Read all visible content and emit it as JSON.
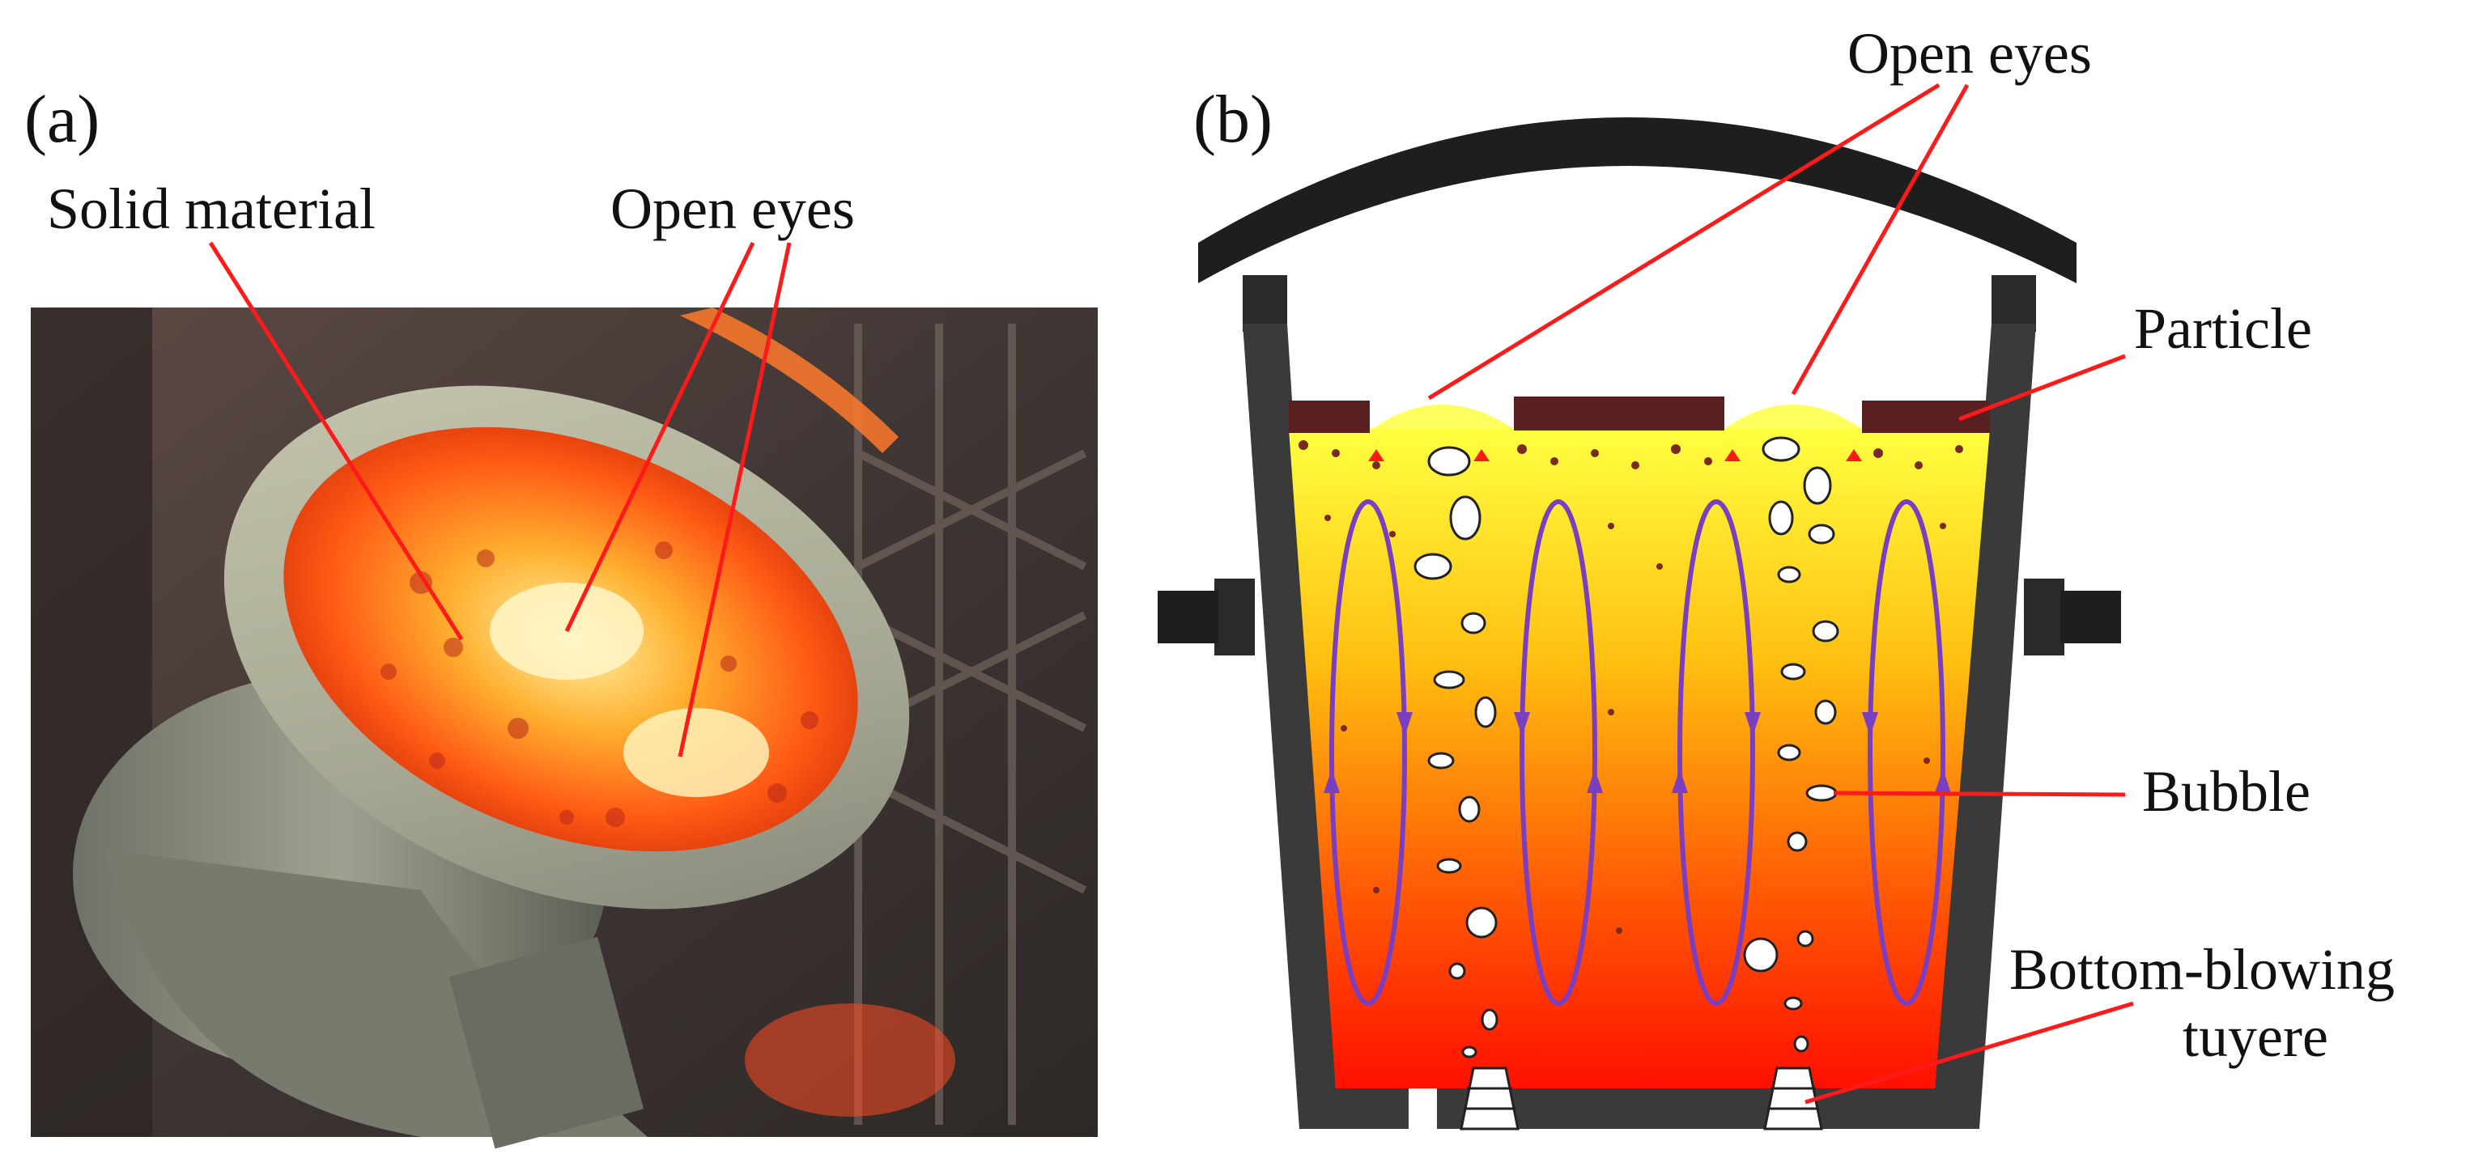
{
  "panel_a": {
    "tag": "(a)",
    "labels": {
      "solid_material": "Solid material",
      "open_eyes": "Open eyes"
    }
  },
  "panel_b": {
    "tag": "(b)",
    "labels": {
      "open_eyes": "Open eyes",
      "particle": "Particle",
      "bubble": "Bubble",
      "tuyere_line1": "Bottom-blowing",
      "tuyere_line2": "tuyere"
    }
  },
  "colors": {
    "leader_line": "#ff1a1a",
    "circulation": "#7a3fc0",
    "ladle_wall": "#3a3a3a",
    "melt_top": "#ffff33",
    "melt_bottom": "#ff1200",
    "slag": "#5a1f1f"
  },
  "icons": {
    "photo": "ladle-photo",
    "schematic": "ladle-cross-section"
  }
}
